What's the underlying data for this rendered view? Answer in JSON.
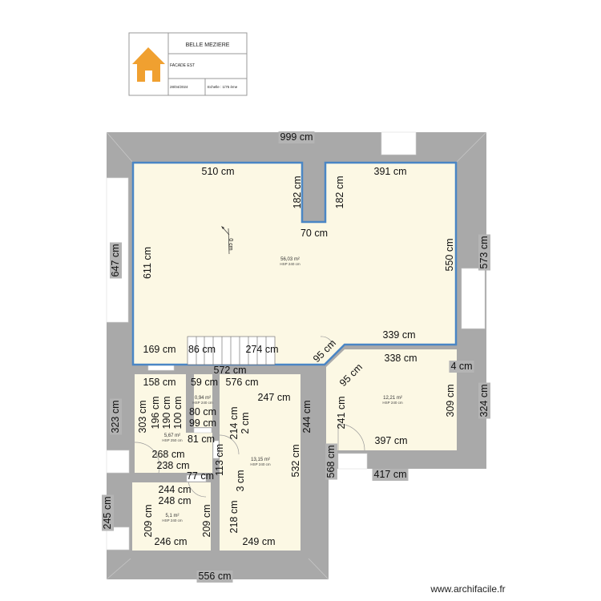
{
  "title_block": {
    "project": "BELLE MEZIERE",
    "view": "FACADE EST",
    "date": "28/04/2024",
    "scale": "Echelle : 1/75 ème",
    "logo_icon": "house-icon",
    "logo_color": "#f0a030"
  },
  "colors": {
    "wall": "#a9a9a9",
    "room": "#fcf8e4",
    "selected_outline": "#4a86c5"
  },
  "rooms": [
    {
      "area": "56,03 m²",
      "hsp": "HSP 240 cm"
    },
    {
      "area": "12,21 m²",
      "hsp": "HSP 240 cm"
    },
    {
      "area": "0,94 m²",
      "hsp": "HSP 240 cm"
    },
    {
      "area": "5,67 m²",
      "hsp": "HSP 250 cm"
    },
    {
      "area": "13,15 m²",
      "hsp": "HSP 240 cm"
    },
    {
      "area": "5,1 m²",
      "hsp": "HSP 240 cm"
    }
  ],
  "dims": [
    "999 cm",
    "510 cm",
    "391 cm",
    "182 cm",
    "182 cm",
    "70 cm",
    "0 cm",
    "611 cm",
    "550 cm",
    "647 cm",
    "573 cm",
    "339 cm",
    "169 cm",
    "86 cm",
    "572 cm",
    "274 cm",
    "95 cm",
    "95 cm",
    "338 cm",
    "4 cm",
    "309 cm",
    "324 cm",
    "241 cm",
    "397 cm",
    "568 cm",
    "417 cm",
    "158 cm",
    "196 cm",
    "190 cm",
    "59 cm",
    "100 cm",
    "576 cm",
    "247 cm",
    "80 cm",
    "99 cm",
    "303 cm",
    "244 cm",
    "323 cm",
    "214 cm",
    "2 cm",
    "81 cm",
    "268 cm",
    "77 cm",
    "238 cm",
    "113 cm",
    "532 cm",
    "3 cm",
    "244 cm",
    "248 cm",
    "209 cm",
    "209 cm",
    "218 cm",
    "246 cm",
    "249 cm",
    "245 cm",
    "556 cm"
  ],
  "watermark": "www.archifacile.fr"
}
